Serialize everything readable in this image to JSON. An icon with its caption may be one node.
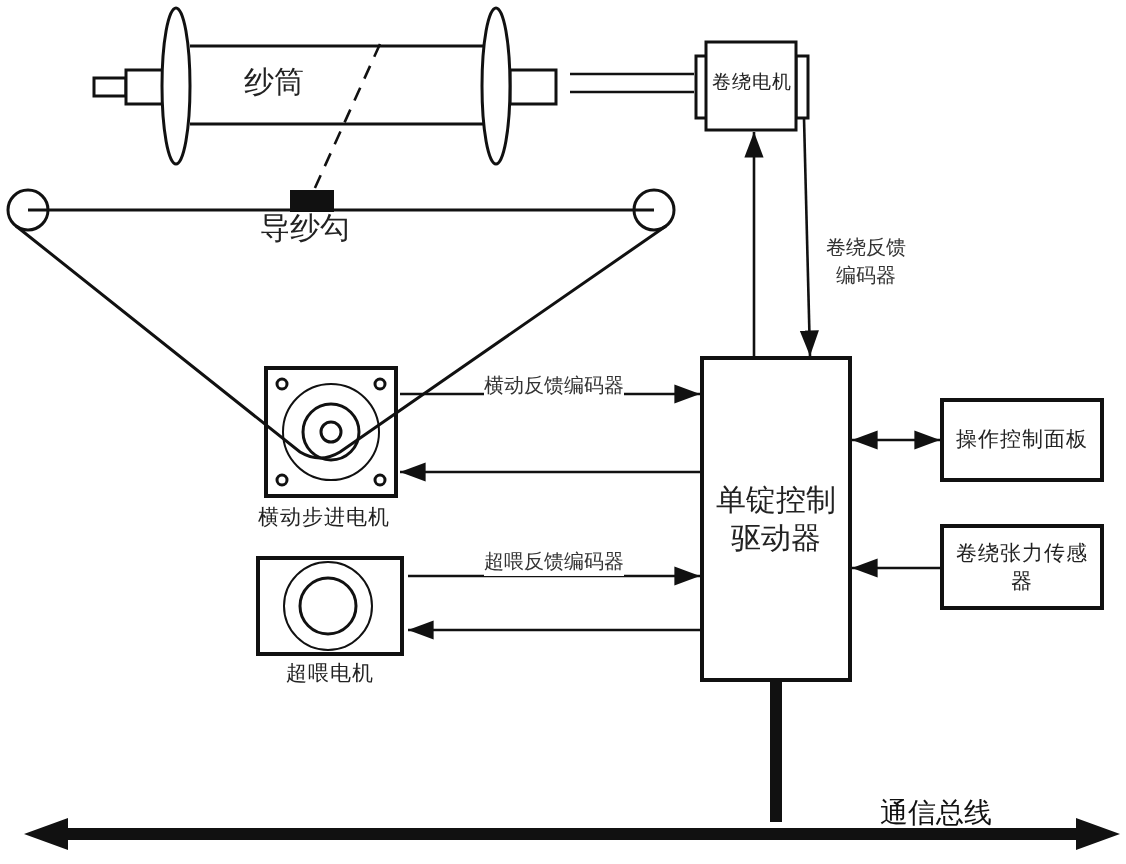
{
  "diagram": {
    "nodes": [
      {
        "text": [
          "纱筒"
        ]
      },
      {
        "text": [
          "卷绕电机"
        ]
      },
      {
        "text": [
          "导纱勾"
        ]
      },
      {
        "text": [
          "横动步进电机"
        ]
      },
      {
        "text": [
          "超喂电机"
        ]
      },
      {
        "text": [
          "单锭控制驱动器"
        ]
      },
      {
        "text": [
          "操作控制面板"
        ]
      },
      {
        "text": [
          "卷绕张力传感器"
        ]
      },
      {
        "text": [],
        "shape": "bar"
      }
    ],
    "edges": [
      {
        "from": 0,
        "to": 1,
        "arrow": "none"
      },
      {
        "from": 0,
        "to": 2,
        "arrow": "none",
        "style": "dashed"
      },
      {
        "from": 5,
        "to": 1,
        "arrow": "to"
      },
      {
        "from": 1,
        "to": 5,
        "arrow": "to",
        "label": "卷绕反馈编码器"
      },
      {
        "from": 3,
        "to": 5,
        "arrow": "to",
        "label": "横动反馈编码器"
      },
      {
        "from": 5,
        "to": 3,
        "arrow": "to"
      },
      {
        "from": 4,
        "to": 5,
        "arrow": "to",
        "label": "超喂反馈编码器"
      },
      {
        "from": 5,
        "to": 4,
        "arrow": "to"
      },
      {
        "from": 5,
        "to": 6,
        "arrow": "both"
      },
      {
        "from": 7,
        "to": 5,
        "arrow": "to"
      },
      {
        "from": 5,
        "to": 8,
        "arrow": "none",
        "style": "thick"
      }
    ],
    "labels": [
      "通信总线"
    ]
  }
}
